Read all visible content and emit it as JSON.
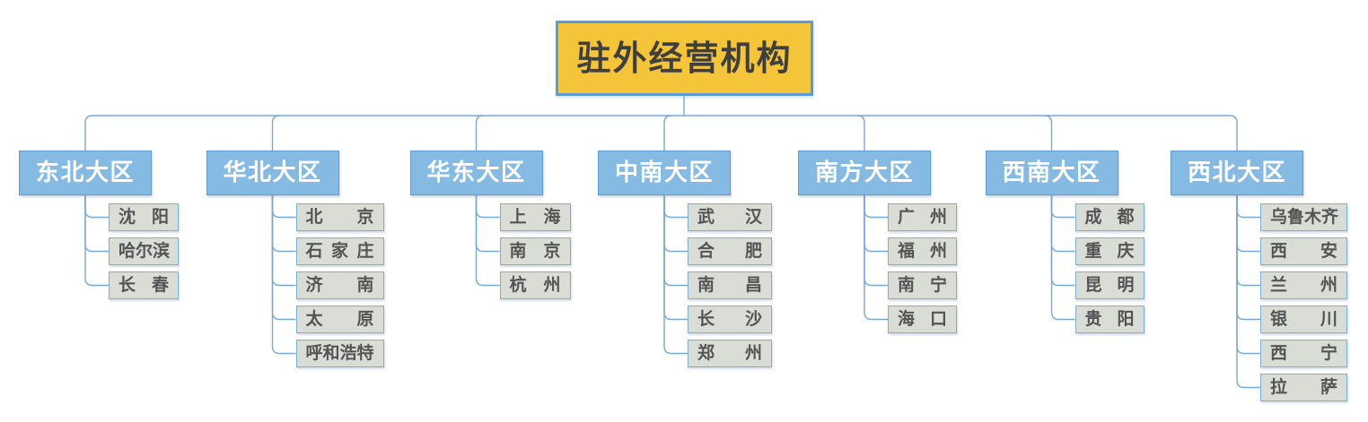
{
  "diagram_title": "驻外经营机构",
  "colors": {
    "background": "#FFFFFF",
    "root_fill": "#F5C539",
    "root_border": "#5C9CD6",
    "root_text": "#3F3F3F",
    "region_fill": "#85BBE3",
    "region_border": "#5E9DD4",
    "region_text": "#FFFFFF",
    "city_fill": "#D9DDD6",
    "city_border": "#79AFD9",
    "city_text": "#545454",
    "line": "#78A9D3"
  },
  "tree": {
    "root": "驻外经营机构",
    "regions": [
      {
        "name": "东北大区",
        "cities": [
          "沈阳",
          "哈尔滨",
          "长春"
        ]
      },
      {
        "name": "华北大区",
        "cities": [
          "北京",
          "石家庄",
          "济南",
          "太原",
          "呼和浩特"
        ]
      },
      {
        "name": "华东大区",
        "cities": [
          "上海",
          "南京",
          "杭州"
        ]
      },
      {
        "name": "中南大区",
        "cities": [
          "武汉",
          "合肥",
          "南昌",
          "长沙",
          "郑州"
        ]
      },
      {
        "name": "南方大区",
        "cities": [
          "广州",
          "福州",
          "南宁",
          "海口"
        ]
      },
      {
        "name": "西南大区",
        "cities": [
          "成都",
          "重庆",
          "昆明",
          "贵阳"
        ]
      },
      {
        "name": "西北大区",
        "cities": [
          "乌鲁木齐",
          "西安",
          "兰州",
          "银川",
          "西宁",
          "拉萨"
        ]
      }
    ]
  }
}
